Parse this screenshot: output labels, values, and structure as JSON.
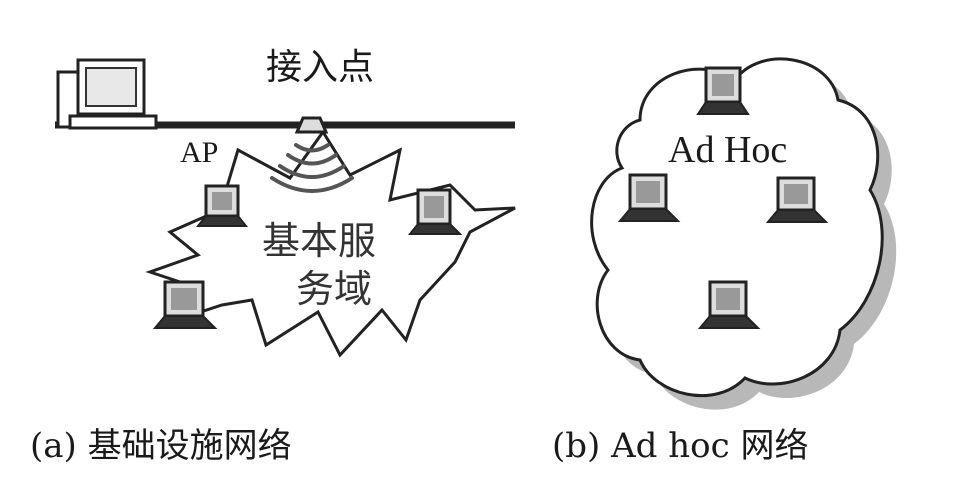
{
  "diagram": {
    "left": {
      "access_point_label": "接入点",
      "ap_label": "AP",
      "bss_label_line1": "基本服",
      "bss_label_line2": "务域",
      "caption": "(a) 基础设施网络"
    },
    "right": {
      "adhoc_label": "Ad Hoc",
      "caption": "(b) Ad hoc 网络"
    },
    "icons": {
      "desktop": "desktop-computer-icon",
      "laptop": "laptop-icon",
      "access_point": "access-point-icon",
      "wireless": "wireless-signal-icon"
    }
  }
}
